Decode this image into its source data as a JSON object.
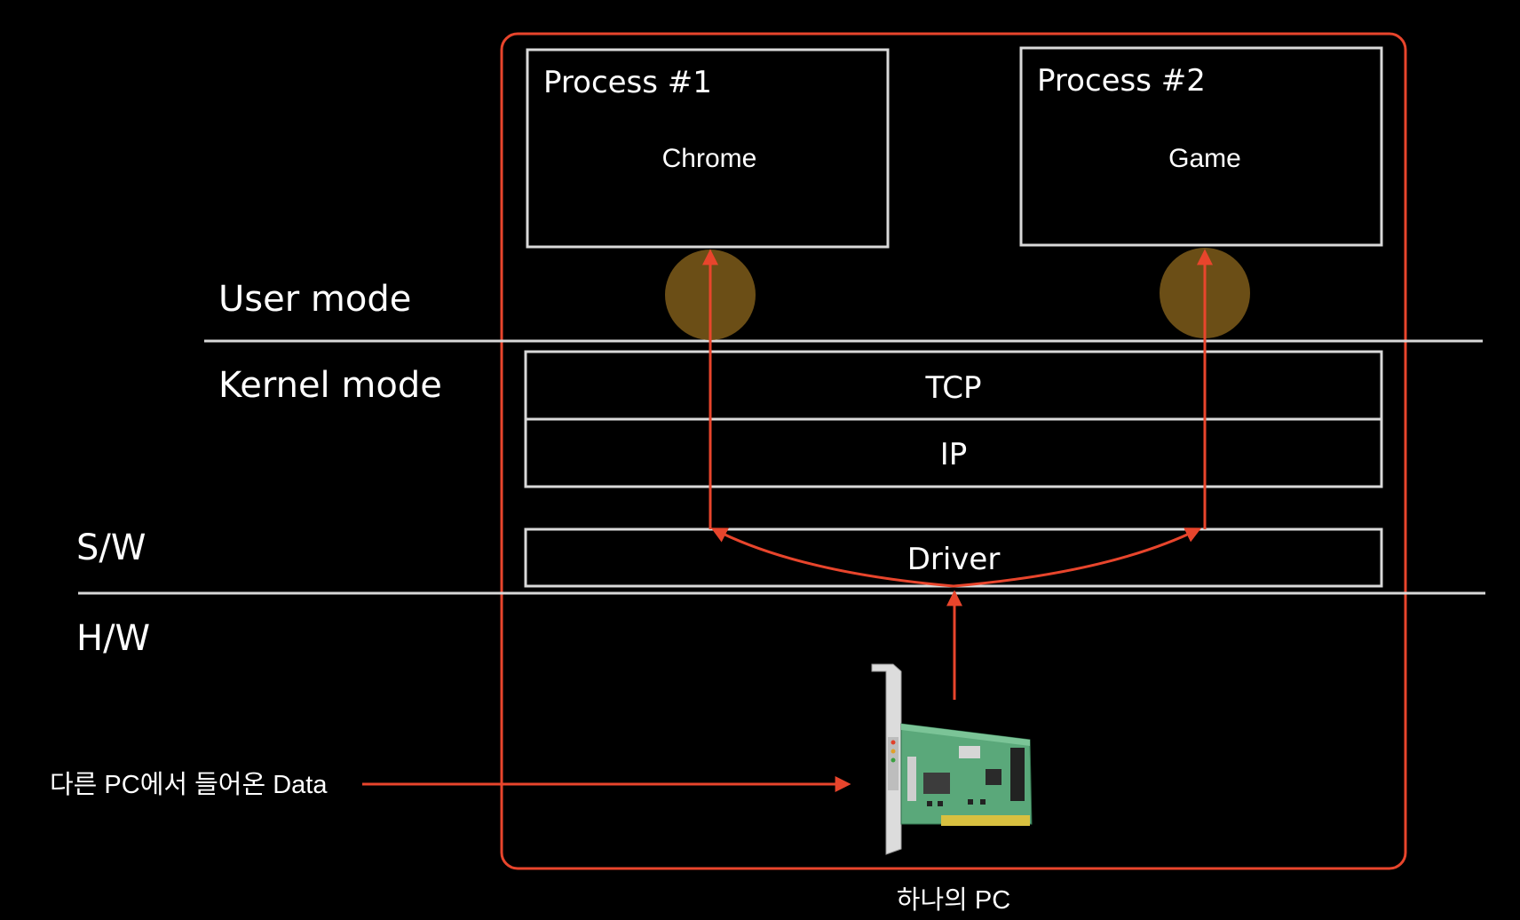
{
  "layers": {
    "user_mode": "User mode",
    "kernel_mode": "Kernel mode",
    "software": "S/W",
    "hardware": "H/W"
  },
  "processes": [
    {
      "title": "Process #1",
      "app": "Chrome"
    },
    {
      "title": "Process #2",
      "app": "Game"
    }
  ],
  "stack": {
    "tcp": "TCP",
    "ip": "IP",
    "driver": "Driver"
  },
  "incoming_label": "다른 PC에서 들어온 Data",
  "pc_label": "하나의 PC",
  "colors": {
    "background": "#000000",
    "accent": "#e8452c",
    "box_border": "#d9d9d9",
    "socket": "#6b4e16",
    "text": "#ffffff"
  },
  "icons": {
    "network_card": "network-card-icon"
  }
}
